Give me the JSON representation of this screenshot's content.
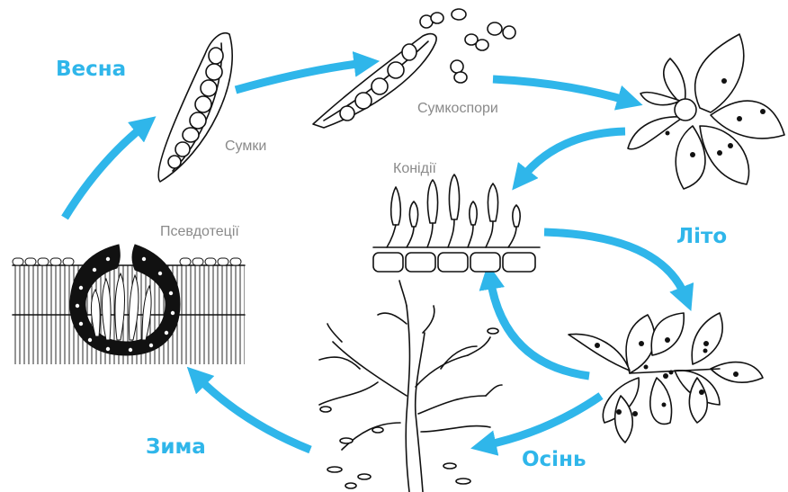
{
  "colors": {
    "accent": "#2FB6EA",
    "ink": "#111111",
    "label": "#8a8a8a"
  },
  "seasons": {
    "spring": "Весна",
    "summer": "Літо",
    "autumn": "Осінь",
    "winter": "Зима"
  },
  "labels": {
    "asci": "Сумки",
    "ascospores": "Сумкоспори",
    "conidia": "Конідії",
    "pseudothecia": "Псевдотеції"
  }
}
